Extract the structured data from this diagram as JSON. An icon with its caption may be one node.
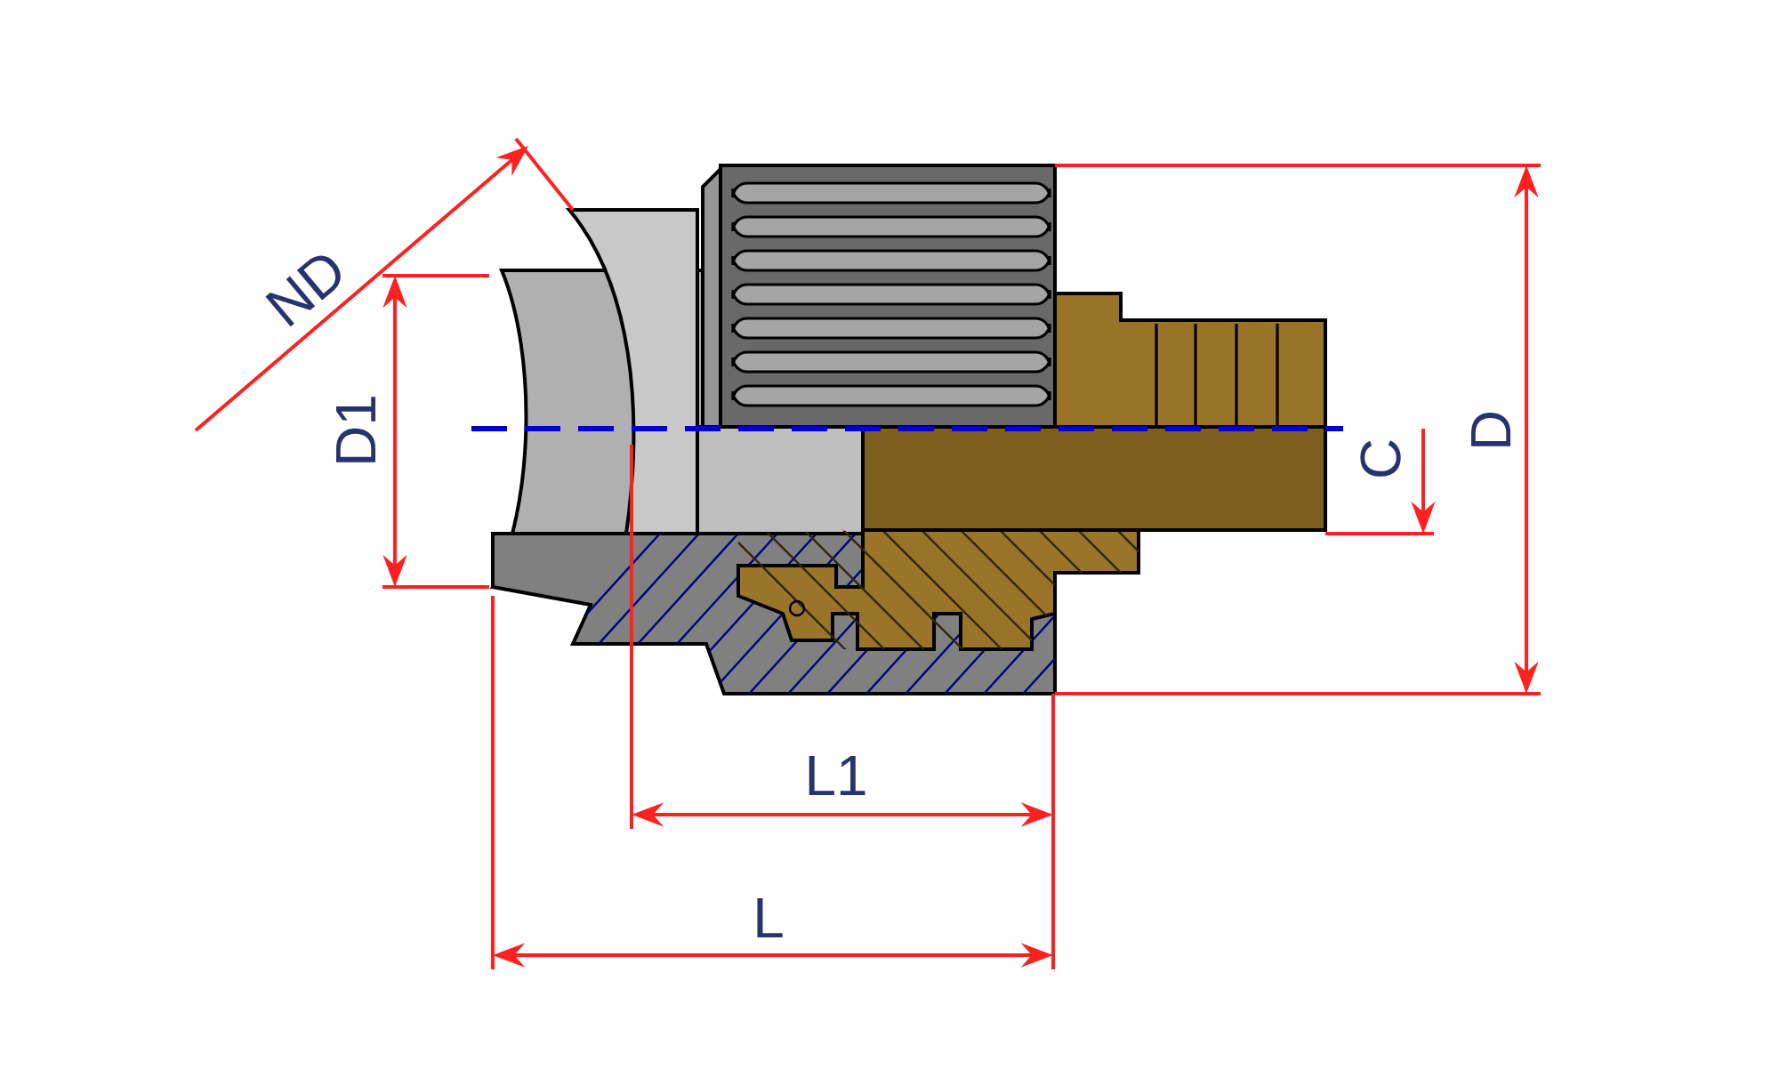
{
  "diagram": {
    "labels": [
      "ND",
      "D1",
      "C",
      "D",
      "L1",
      "L"
    ]
  }
}
